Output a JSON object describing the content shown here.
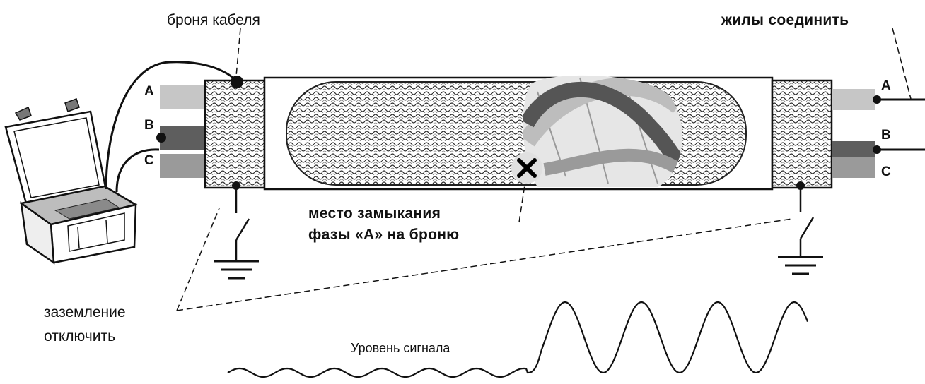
{
  "labels": {
    "armor": "броня кабеля",
    "join_cores": "жилы соединить",
    "fault_line1": "место замыкания",
    "fault_line2": "фазы «А» на броню",
    "ground_line1": "заземление",
    "ground_line2": "отключить",
    "signal_level": "Уровень сигнала"
  },
  "phases_left": [
    "A",
    "B",
    "C"
  ],
  "phases_right": [
    "A",
    "B",
    "C"
  ],
  "colors": {
    "line": "#111111",
    "core_a": "#c6c6c6",
    "core_b": "#5e5e5e",
    "core_c": "#9a9a9a",
    "cable_body": "#ffffff",
    "inner_fill": "#d8d8d8",
    "fault_mark": "#000000"
  },
  "icons": {
    "instrument": "generator-case-icon",
    "ground_left": "ground-symbol-icon",
    "ground_right": "ground-symbol-icon",
    "switch_left": "switch-open-icon",
    "switch_right": "switch-open-icon",
    "fault": "fault-cross-icon"
  }
}
